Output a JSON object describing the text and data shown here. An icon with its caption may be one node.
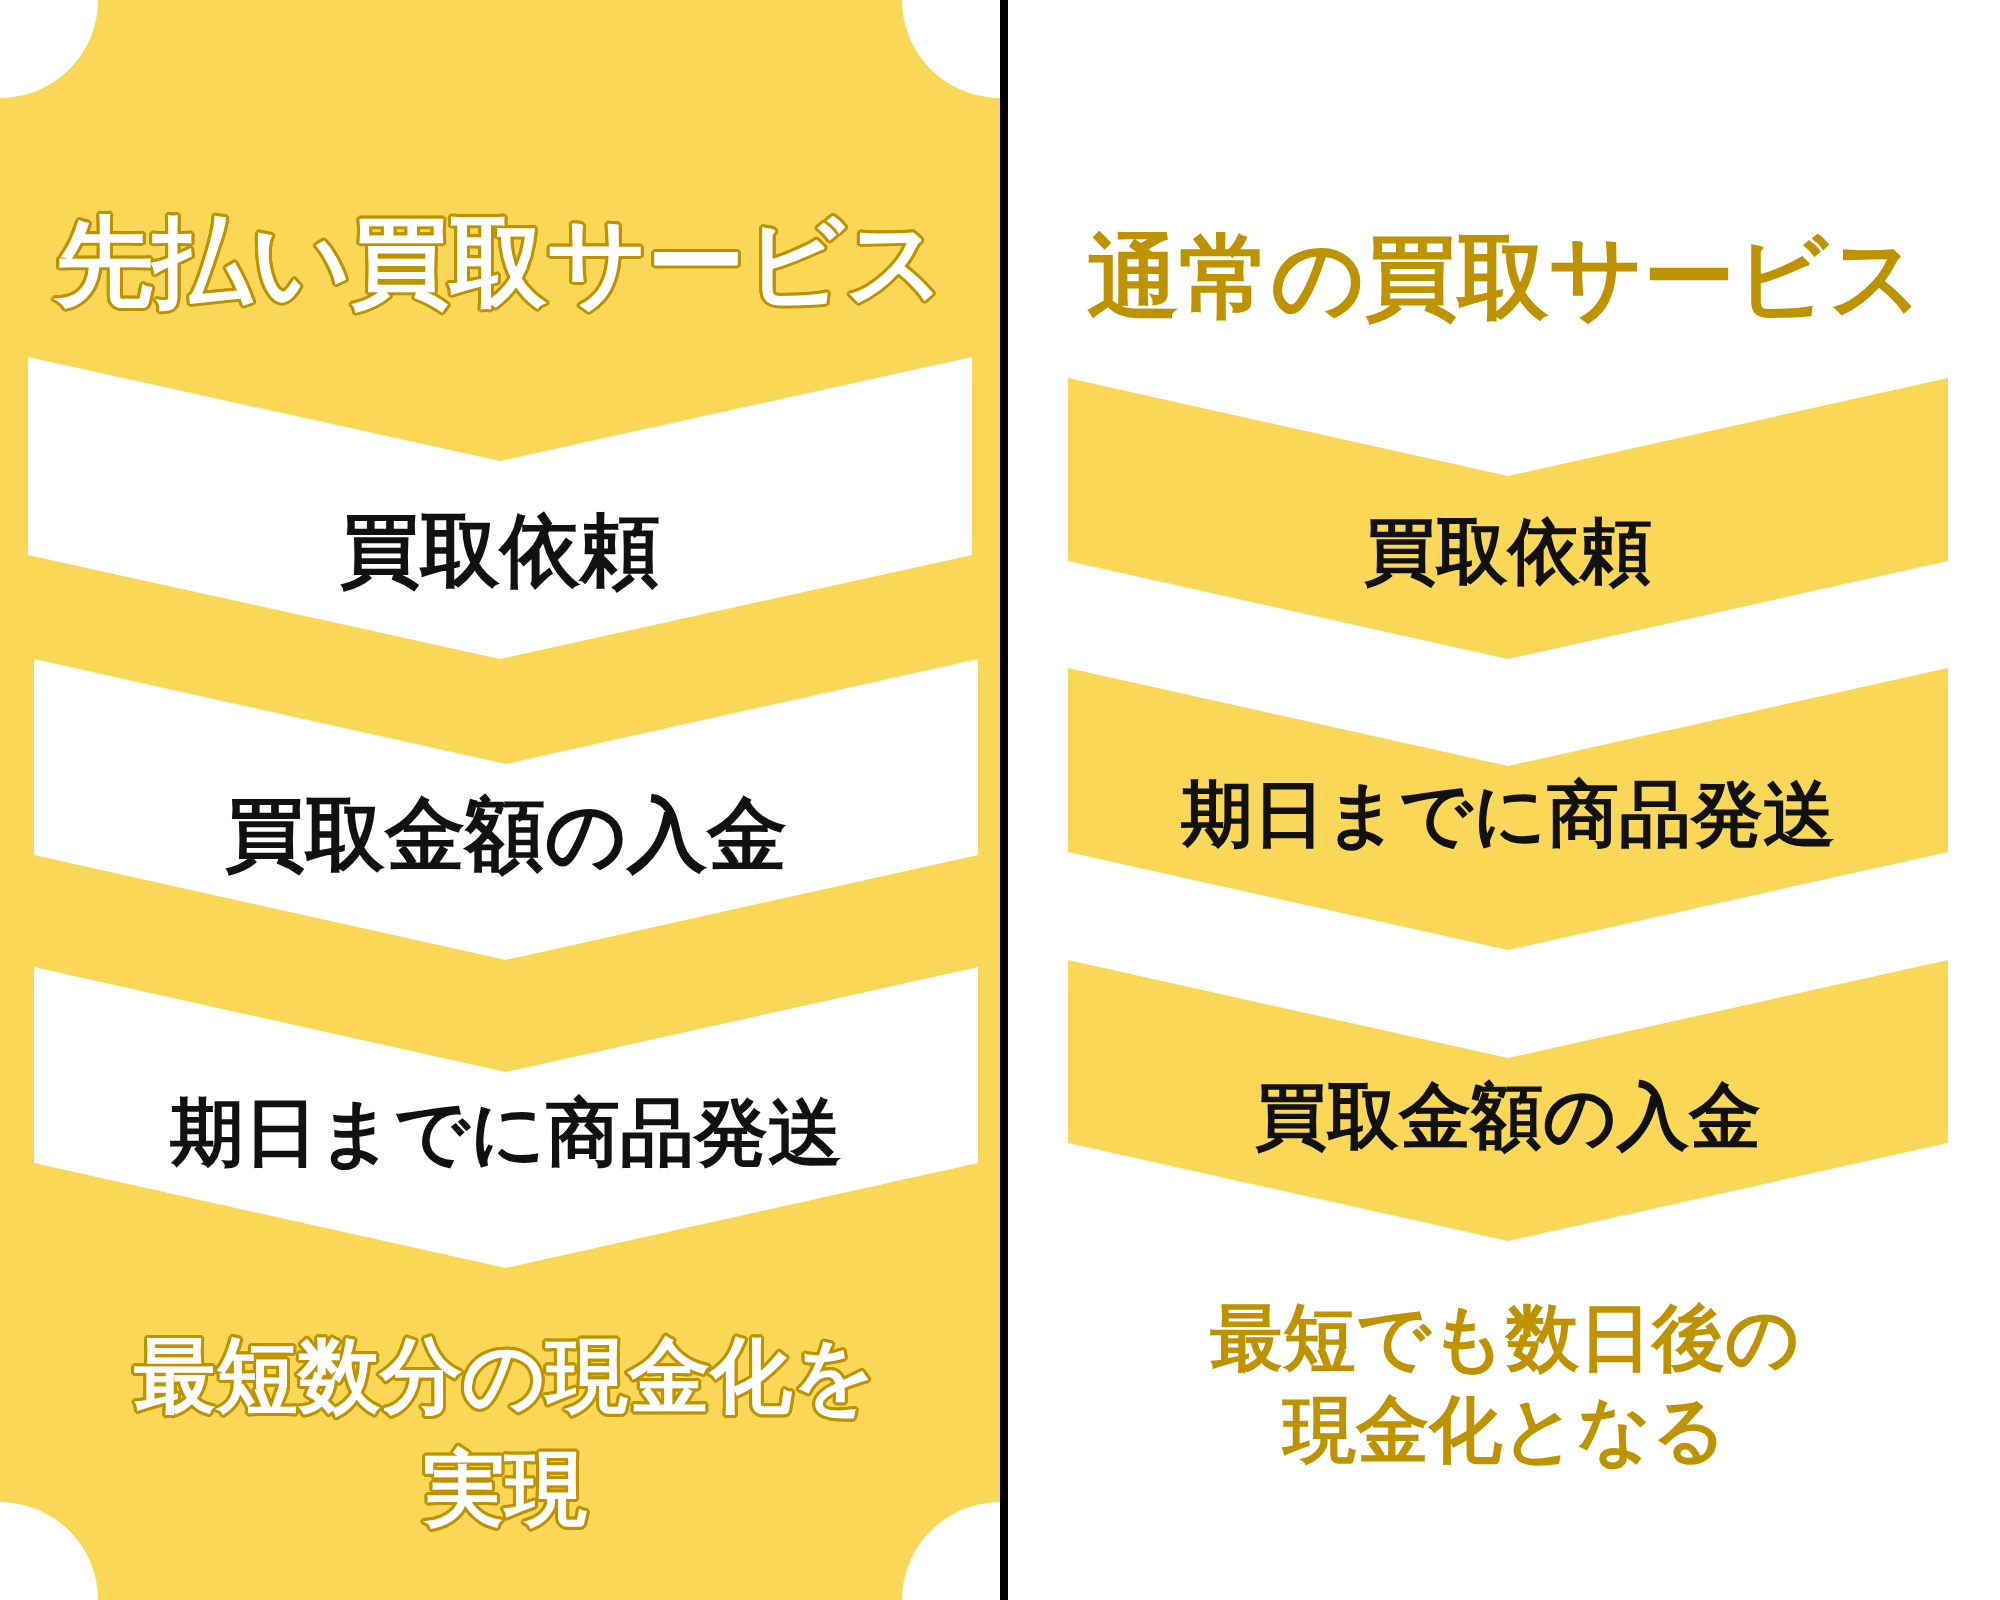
{
  "diagram": {
    "nodes": [
      {
        "text": [
          "先払い買取サービス",
          "最短数分の現金化を実現"
        ]
      },
      {
        "text": [
          "買取依頼"
        ],
        "in": 0
      },
      {
        "text": [
          "買取金額の入金"
        ],
        "in": 0
      },
      {
        "text": [
          "期日までに商品発送"
        ],
        "in": 0
      },
      {
        "text": [
          "買取依頼"
        ]
      },
      {
        "text": [
          "期日までに商品発送"
        ]
      },
      {
        "text": [
          "買取金額の入金"
        ]
      }
    ],
    "labels": [
      "通常の買取サービス",
      "最短でも数日後の現金化となる"
    ]
  }
}
